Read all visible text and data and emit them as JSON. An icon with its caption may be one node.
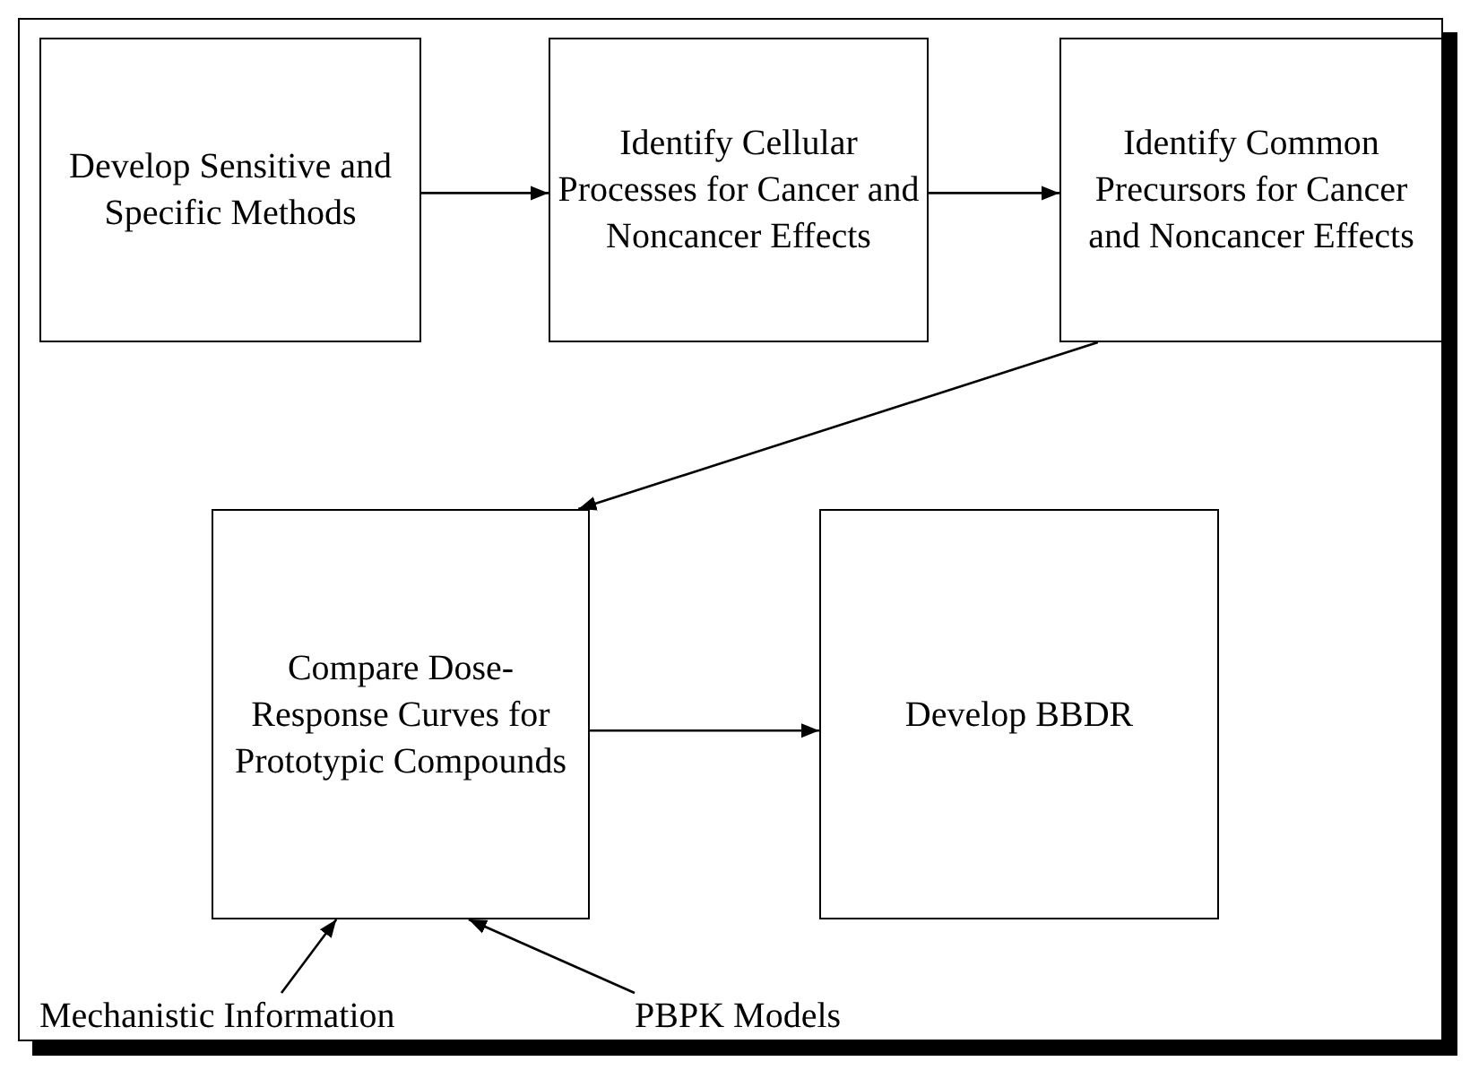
{
  "diagram": {
    "nodes": [
      {
        "text": [
          "Develop Sensitive and Specific Methods"
        ]
      },
      {
        "text": [
          "Identify Cellular Processes for Cancer and Noncancer Effects"
        ]
      },
      {
        "text": [
          "Identify Common Precursors for Cancer and Noncancer Effects"
        ]
      },
      {
        "text": [
          "Compare Dose-Response Curves for Prototypic Compounds"
        ]
      },
      {
        "text": [
          "Develop BBDR"
        ]
      },
      {
        "text": [
          "Mechanistic Information"
        ]
      },
      {
        "text": [
          "PBPK Models"
        ]
      }
    ],
    "edges": [
      {
        "from": 0,
        "to": 1,
        "arrow": "to"
      },
      {
        "from": 1,
        "to": 2,
        "arrow": "to"
      },
      {
        "from": 2,
        "to": 3,
        "arrow": "to"
      },
      {
        "from": 3,
        "to": 4,
        "arrow": "to"
      },
      {
        "from": 5,
        "to": 3,
        "arrow": "to"
      },
      {
        "from": 6,
        "to": 3,
        "arrow": "to"
      }
    ]
  }
}
